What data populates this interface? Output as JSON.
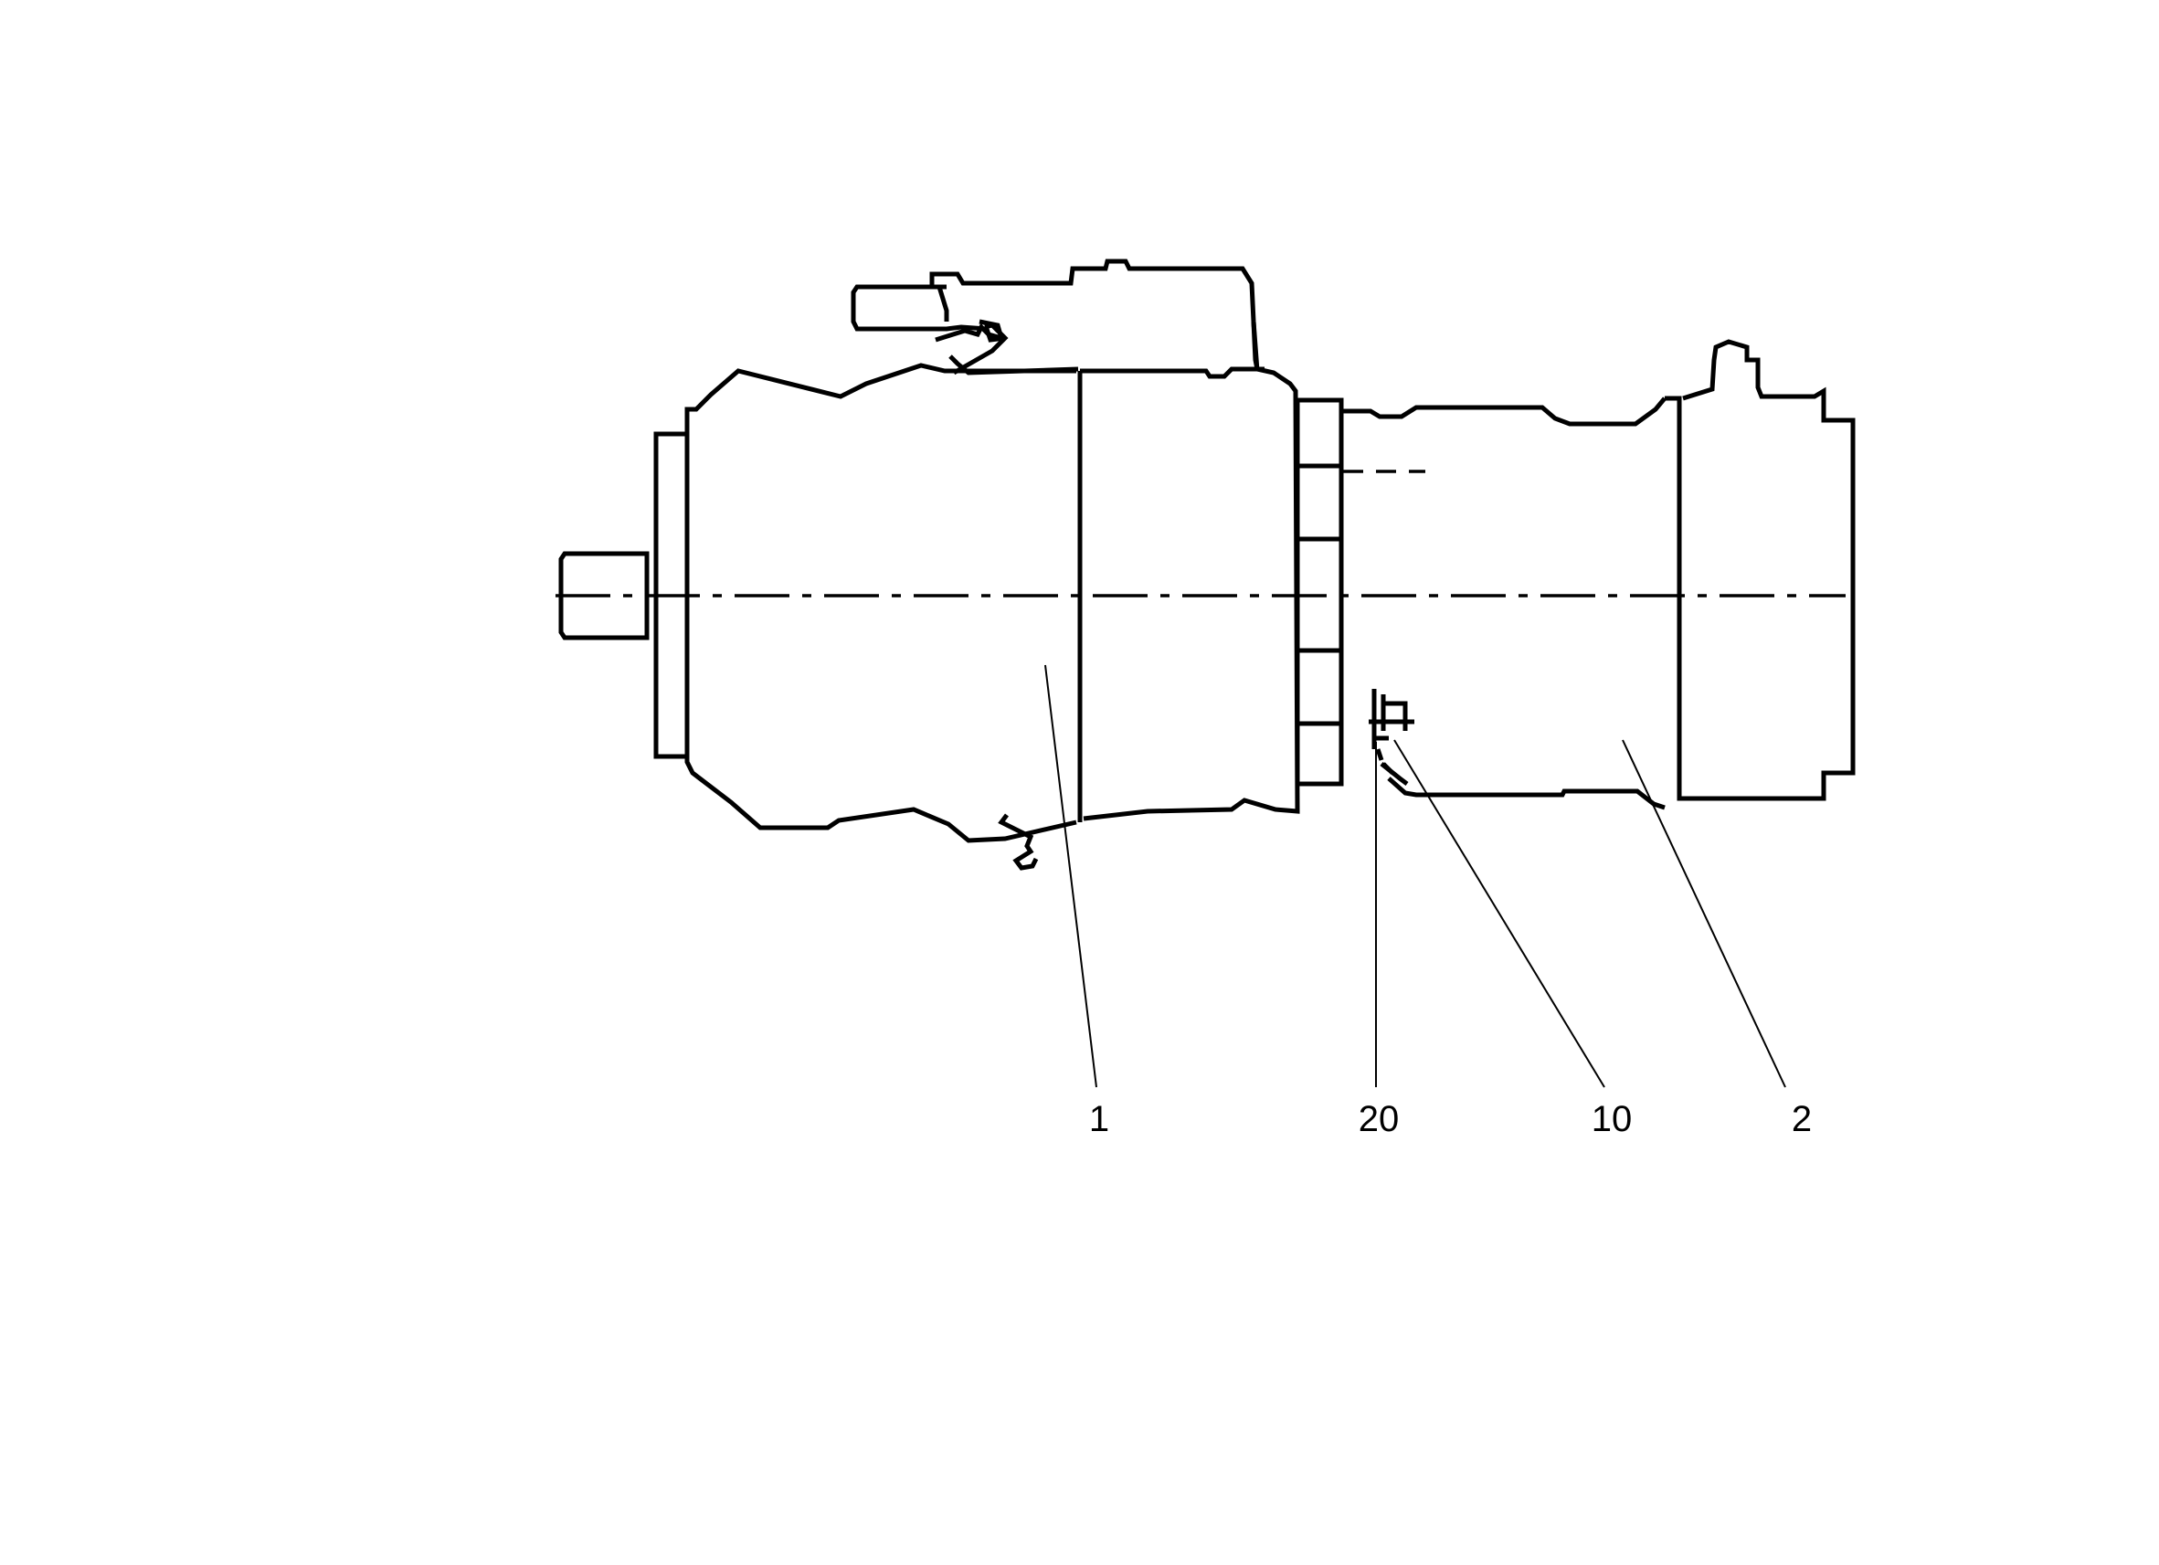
{
  "callouts": [
    {
      "id": "label-1",
      "text": "1"
    },
    {
      "id": "label-20",
      "text": "20"
    },
    {
      "id": "label-10",
      "text": "10"
    },
    {
      "id": "label-2",
      "text": "2"
    }
  ]
}
